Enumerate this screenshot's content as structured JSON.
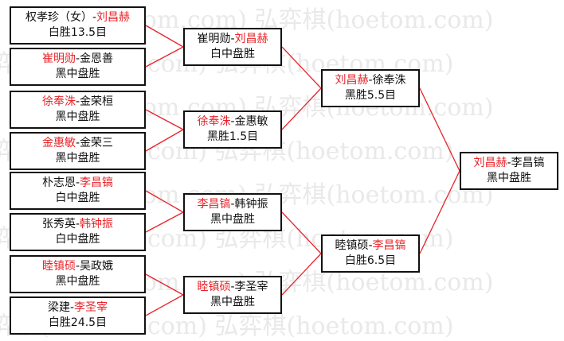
{
  "watermark": [
    "弘",
    "弈",
    "棋",
    "(hoetom.com)"
  ],
  "round1": [
    {
      "segments": [
        {
          "text": "权孝珍（女）-",
          "color": "black"
        },
        {
          "text": "刘昌赫",
          "color": "red"
        }
      ],
      "result": "白胜13.5目"
    },
    {
      "segments": [
        {
          "text": "崔明勋",
          "color": "red"
        },
        {
          "text": "-金恩善",
          "color": "black"
        }
      ],
      "result": "黑中盘胜"
    },
    {
      "segments": [
        {
          "text": "徐奉洙",
          "color": "red"
        },
        {
          "text": "-金荣桓",
          "color": "black"
        }
      ],
      "result": "黑中盘胜"
    },
    {
      "segments": [
        {
          "text": "金惠敏",
          "color": "red"
        },
        {
          "text": "-金荣三",
          "color": "black"
        }
      ],
      "result": "黑中盘胜"
    },
    {
      "segments": [
        {
          "text": "朴志恩-",
          "color": "black"
        },
        {
          "text": "李昌镐",
          "color": "red"
        }
      ],
      "result": "白中盘胜"
    },
    {
      "segments": [
        {
          "text": "张秀英-",
          "color": "black"
        },
        {
          "text": "韩钟振",
          "color": "red"
        }
      ],
      "result": "白中盘胜"
    },
    {
      "segments": [
        {
          "text": "睦镇硕",
          "color": "red"
        },
        {
          "text": "-吴政娥",
          "color": "black"
        }
      ],
      "result": "黑中盘胜"
    },
    {
      "segments": [
        {
          "text": "梁建-",
          "color": "black"
        },
        {
          "text": "李圣宰",
          "color": "red"
        }
      ],
      "result": "白胜24.5目"
    }
  ],
  "round2": [
    {
      "segments": [
        {
          "text": "崔明勋-",
          "color": "black"
        },
        {
          "text": "刘昌赫",
          "color": "red"
        }
      ],
      "result": "白中盘胜"
    },
    {
      "segments": [
        {
          "text": "徐奉洙",
          "color": "red"
        },
        {
          "text": "-金惠敏",
          "color": "black"
        }
      ],
      "result": "黑胜1.5目"
    },
    {
      "segments": [
        {
          "text": "李昌镐",
          "color": "red"
        },
        {
          "text": "-韩钟振",
          "color": "black"
        }
      ],
      "result": "黑中盘胜"
    },
    {
      "segments": [
        {
          "text": "睦镇硕",
          "color": "red"
        },
        {
          "text": "-李圣宰",
          "color": "black"
        }
      ],
      "result": "黑中盘胜"
    }
  ],
  "round3": [
    {
      "segments": [
        {
          "text": "刘昌赫",
          "color": "red"
        },
        {
          "text": "-徐奉洙",
          "color": "black"
        }
      ],
      "result": "黑胜5.5目"
    },
    {
      "segments": [
        {
          "text": "睦镇硕-",
          "color": "black"
        },
        {
          "text": "李昌镐",
          "color": "red"
        }
      ],
      "result": "白胜6.5目"
    }
  ],
  "final": [
    {
      "segments": [
        {
          "text": "刘昌赫",
          "color": "red"
        },
        {
          "text": "-李昌镐",
          "color": "black"
        }
      ],
      "result": "黑中盘胜"
    }
  ],
  "colors": {
    "winner": "#e8242a",
    "text": "#111111",
    "connector": "#e8242a",
    "border": "#111111",
    "watermark": "#e9e9e9"
  }
}
